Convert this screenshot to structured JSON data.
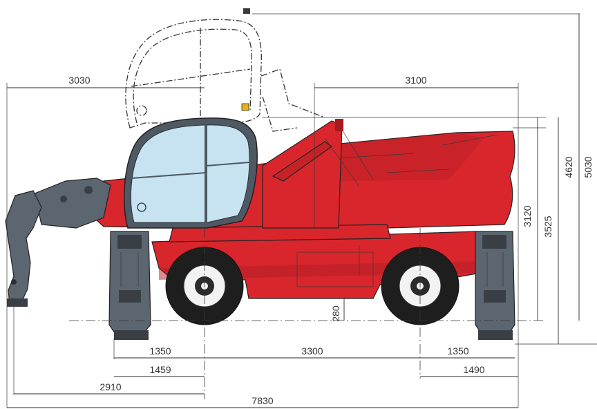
{
  "dimensions": {
    "front_overhang_cab_swing": "3030",
    "rear_overhang_cab_swing": "3100",
    "height_cab_raised": "5030",
    "height_beacon": "4620",
    "height_cab_lowered": "3525",
    "height_boom": "3120",
    "ground_clearance": "280",
    "stabiliser_front_offset": "1350",
    "wheelbase": "3300",
    "stabiliser_rear_offset": "1350",
    "front_axle_to_stabiliser": "1459",
    "rear_axle_to_stabiliser": "1490",
    "front_axle_to_carriage": "2910",
    "overall_length": "7830"
  },
  "colors": {
    "body_red": "#d8262c",
    "body_red_dark": "#b01e24",
    "stabiliser_grey": "#5b6670",
    "glass_blue": "#c7e3f1",
    "tyre_black": "#1e1e1e",
    "rim_white": "#f2f2f2"
  }
}
